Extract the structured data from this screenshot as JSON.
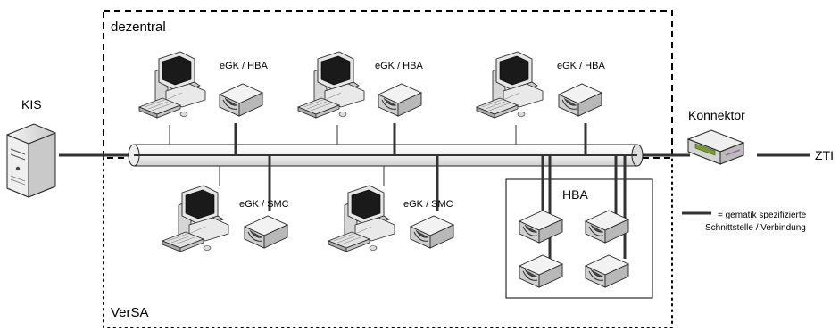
{
  "labels": {
    "dezentral": "dezentral",
    "versa": "VerSA",
    "kis": "KIS",
    "konnektor": "Konnektor",
    "zti": "ZTI",
    "hba_group": "HBA"
  },
  "workstations_top": [
    {
      "label": "eGK / HBA"
    },
    {
      "label": "eGK / HBA"
    },
    {
      "label": "eGK / HBA"
    }
  ],
  "workstations_bottom": [
    {
      "label": "eGK / SMC"
    },
    {
      "label": "eGK / SMC"
    }
  ],
  "legend": {
    "line1": "= gematik spezifizierte",
    "line2": "Schnittstelle / Verbindung"
  },
  "colors": {
    "thick_line": "#333333",
    "konnektor_accent": "#7a9a3a"
  }
}
